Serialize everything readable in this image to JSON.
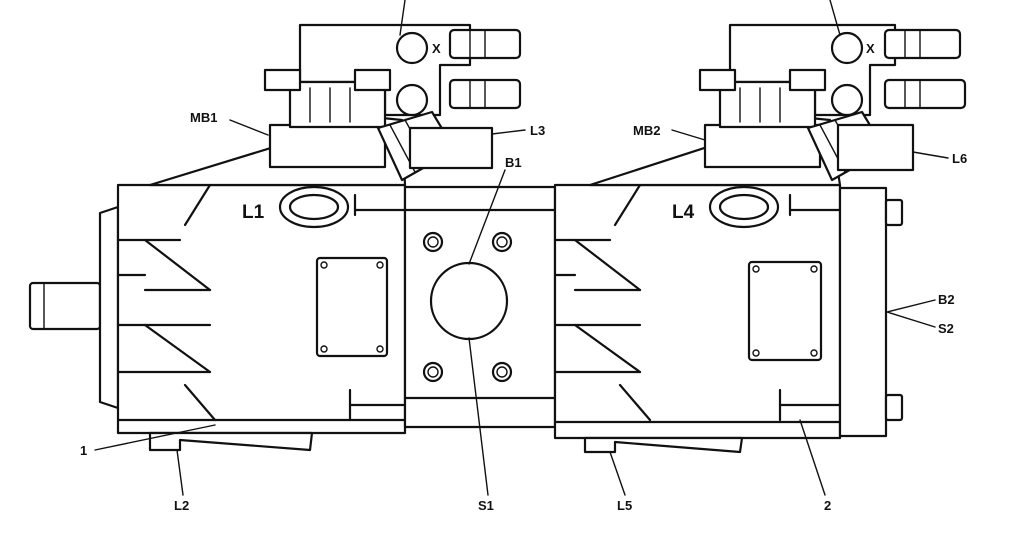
{
  "labels": {
    "x_left": "X",
    "x_right": "X",
    "mb1": "MB1",
    "mb2": "MB2",
    "l1": "L1",
    "l2": "L2",
    "l3": "L3",
    "l4": "L4",
    "l5": "L5",
    "l6": "L6",
    "b1": "B1",
    "b2": "B2",
    "s1": "S1",
    "s2": "S2",
    "part_1": "1",
    "part_2": "2"
  }
}
